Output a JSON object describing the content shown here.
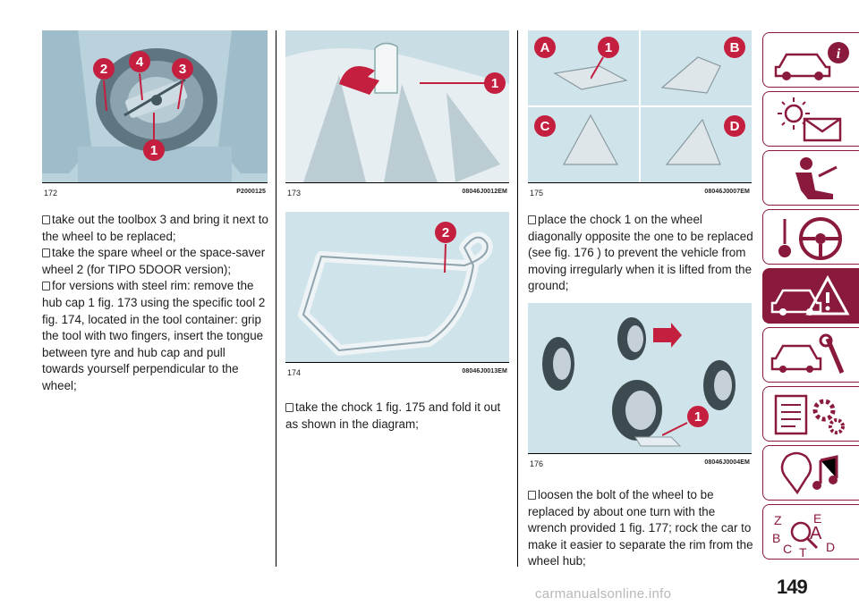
{
  "figures": [
    {
      "num": "172",
      "code": "P2000125"
    },
    {
      "num": "173",
      "code": "08046J0012EM"
    },
    {
      "num": "174",
      "code": "08046J0013EM"
    },
    {
      "num": "175",
      "code": "08046J0007EM"
    },
    {
      "num": "176",
      "code": "08046J0004EM"
    }
  ],
  "callouts": {
    "fig172": [
      "2",
      "4",
      "3",
      "1"
    ],
    "fig173": [
      "1"
    ],
    "fig174": [
      "2"
    ],
    "fig175": [
      "A",
      "1",
      "B",
      "C",
      "D"
    ],
    "fig176": [
      "1"
    ]
  },
  "col1": [
    "take out the toolbox 3 and bring it next to the wheel to be replaced;",
    "take the spare wheel or the space-saver wheel 2 (for TIPO 5DOOR version);",
    "for versions with steel rim: remove the hub cap 1 fig. 173 using the specific tool 2 fig. 174, located in the tool container: grip the tool with two fingers, insert the tongue between tyre and hub cap and pull towards yourself perpendicular to the wheel;"
  ],
  "col2": [
    "take the chock 1 fig. 175 and fold it out as shown in the diagram;"
  ],
  "col3a": [
    "place the chock 1 on the wheel diagonally opposite the one to be replaced (see fig. 176 ) to prevent the vehicle from moving irregularly when it is lifted from the ground;"
  ],
  "col3b": [
    "loosen the bolt of the wheel to be replaced by about one turn with the wrench provided 1 fig. 177; rock the car to make it easier to separate the rim from the wheel hub;"
  ],
  "tabs": [
    {
      "icon": "car-info-icon",
      "active": false
    },
    {
      "icon": "warning-lights-icon",
      "active": false
    },
    {
      "icon": "seat-airbag-icon",
      "active": false
    },
    {
      "icon": "steering-key-icon",
      "active": false
    },
    {
      "icon": "car-emergency-icon",
      "active": true
    },
    {
      "icon": "car-service-icon",
      "active": false
    },
    {
      "icon": "data-gears-icon",
      "active": false
    },
    {
      "icon": "multimedia-icon",
      "active": false
    },
    {
      "icon": "index-icon",
      "active": false
    }
  ],
  "index_letters": [
    "Z",
    "E",
    "B",
    "A",
    "C",
    "D",
    "T"
  ],
  "page_number": "149",
  "watermark": "carmanualsonline.info",
  "colors": {
    "accent": "#8a1a3c",
    "callout": "#c41f3e",
    "figure_bg": "#cfe3ea"
  }
}
